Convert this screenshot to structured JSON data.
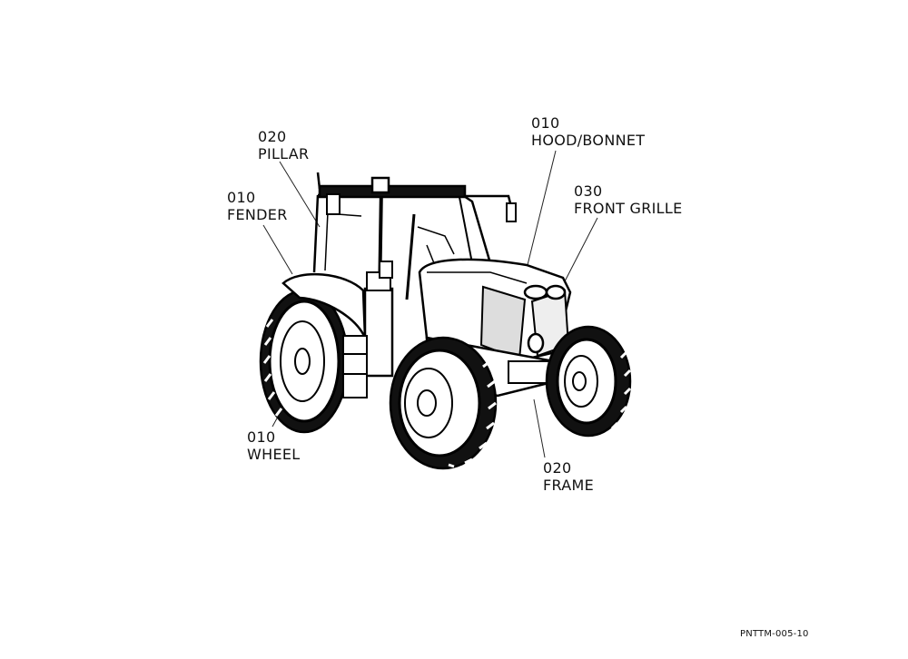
{
  "callouts": [
    {
      "code": "020",
      "name": "PILLAR"
    },
    {
      "code": "010",
      "name": "FENDER"
    },
    {
      "code": "010",
      "name": "HOOD/BONNET"
    },
    {
      "code": "030",
      "name": "FRONT GRILLE"
    },
    {
      "code": "010",
      "name": "WHEEL"
    },
    {
      "code": "020",
      "name": "FRAME"
    }
  ],
  "doc_id": "PNTTM-005-10"
}
